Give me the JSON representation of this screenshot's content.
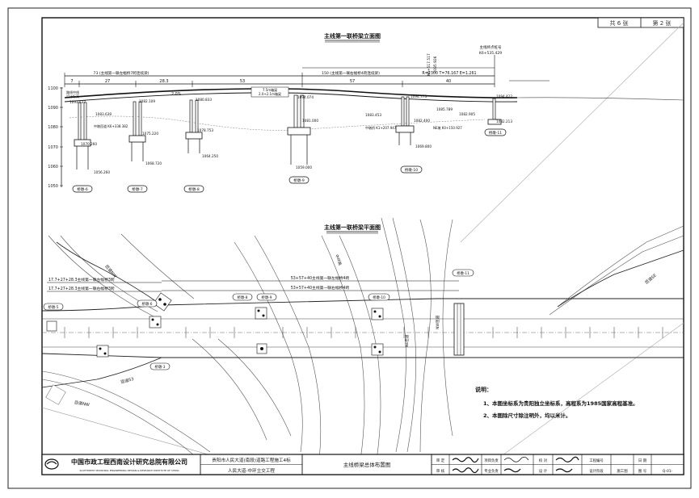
{
  "sheet": {
    "total": "共 6 张",
    "current": "第 2 张"
  },
  "elevation": {
    "title": "主线第一联桥梁立面图",
    "elev_labels": [
      "1100",
      "1090",
      "1080",
      "1070",
      "1060",
      "1050"
    ],
    "spans": [
      "7",
      "27",
      "28.3",
      "53",
      "57",
      "40"
    ],
    "span_groups": [
      "73 (主线第一联左幅桥7跨连续梁)",
      "150 (主线第一联右幅桥4跨连续梁)"
    ],
    "curve": "R=2300  T=76.167  E=1.261",
    "stations_top": [
      "K6+517.517",
      "1085.926"
    ],
    "lane_label": "主线终点桩号",
    "end_station": "K6+535.429",
    "grade": "2.0%",
    "levels": [
      "1093.537",
      "1083.639",
      "1082.109",
      "1080.833",
      "1075.220",
      "1078.753",
      "1094.074",
      "1094.773",
      "1094.422",
      "1083.453",
      "1085.789",
      "1082.905",
      "1082.213",
      "1081.000",
      "1082.400",
      "1070.260",
      "1068.720",
      "1064.250",
      "1059.000",
      "1069.800",
      "1056.260"
    ],
    "piers": [
      "桥墩-6",
      "桥墩-7",
      "桥墩-8",
      "桥墩-9",
      "桥墩-10",
      "桥墩-11"
    ],
    "notes_left": [
      "路线中线",
      "设计标高"
    ],
    "pier_notes": [
      "中墩匝道 K6+338.382",
      "中墩桥 K1+207.947",
      "NE墩 K0+150.927"
    ],
    "box_labels": [
      "7.5m箱梁",
      "2.0+2.1m箱梁"
    ]
  },
  "plan": {
    "title": "主线第一联桥梁平面图",
    "span_text_1": "53+57+40主线第一联左幅桥4跨",
    "span_text_2": "53+57+40主线第一联右幅桥4跨",
    "left_text_1": "17.7+27+28.3主线第一联左幅桥3跨",
    "left_text_2": "17.7+27+28.3主线第一联右幅桥3跨",
    "road_labels": [
      "匝道NW",
      "匝道S3",
      "匝道NW",
      "NE匝道",
      "NW匝道",
      "中环路",
      "匝道SE"
    ],
    "pier_tags": [
      "桥墩-5",
      "桥墩-6",
      "桥墩-8",
      "桥墩-9",
      "桥墩-10",
      "桥墩-11",
      "桥墩-3"
    ]
  },
  "notes": {
    "heading": "说明：",
    "items": [
      "1、本图坐标系为贵阳独立坐标系，高程系为1985国家高程基准。",
      "2、本图除尺寸除注明外，均以米计。"
    ]
  },
  "title_block": {
    "company": "中国市政工程西南设计研究总院有限公司",
    "company_en": "SOUTHWEST MUNICIPAL ENGINEERING DESIGN & RESEARCH INSTITUTE OF CHINA",
    "project_line1": "贵阳市人民大道(南段)道路工程施工4标",
    "project_line2": "人民大道-中环立交工程",
    "drawing_title": "主线桥梁总体布置图",
    "row1": [
      "审 定",
      "项目负责",
      "校 对",
      "工程编号",
      "日 期"
    ],
    "row2": [
      "审 核",
      "专业负责",
      "设 计",
      "设计阶段",
      "施工图",
      "图 号",
      "Q-01-"
    ]
  }
}
